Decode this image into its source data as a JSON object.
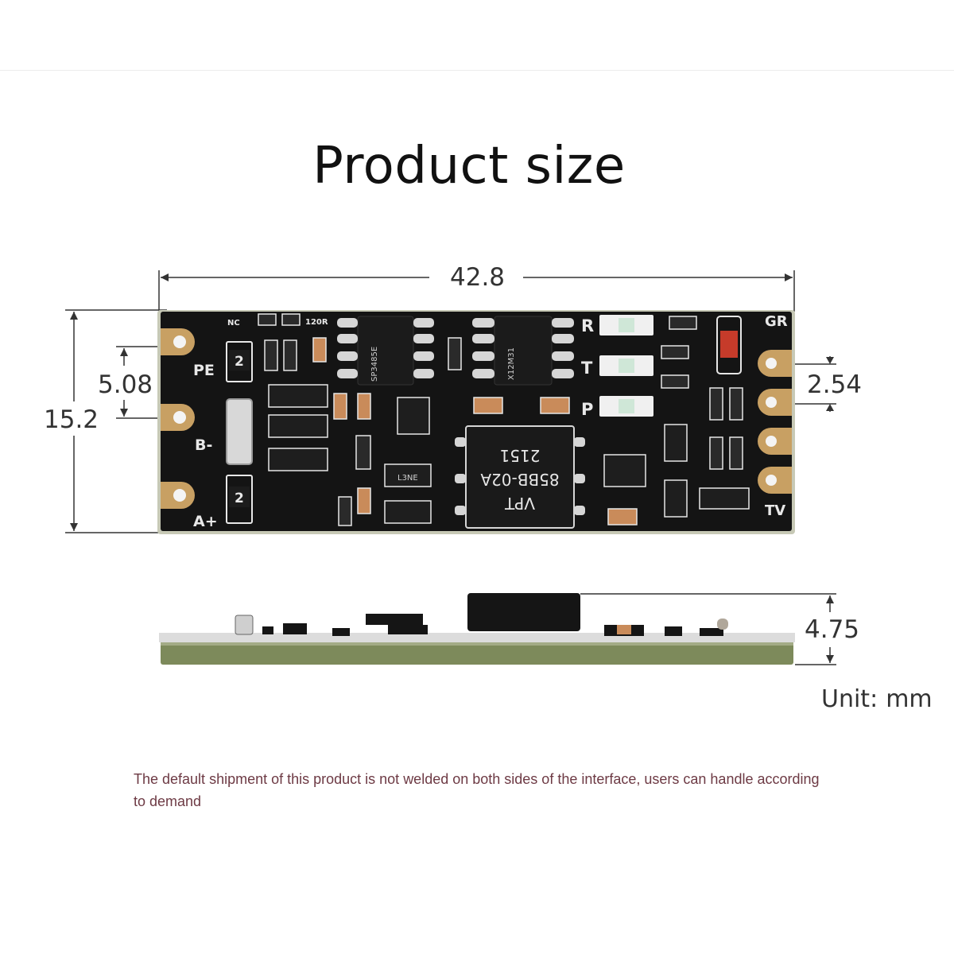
{
  "title": "Product size",
  "dimensions": {
    "length": "42.8",
    "width": "15.2",
    "left_pin_pitch": "5.08",
    "right_pin_pitch": "2.54",
    "height": "4.75"
  },
  "unit": {
    "label": "Unit:",
    "value": "mm"
  },
  "board_labels": {
    "pe": "PE",
    "b_minus": "B-",
    "a_plus": "A+",
    "r": "R",
    "t": "T",
    "p": "P",
    "g_right": "GR",
    "t_v": "TV",
    "nc": "NC",
    "r120": "120R",
    "chip_main_line1": "VPT",
    "chip_main_line2": "85BB-02A",
    "chip_main_line3": "2151",
    "chip_u1": "SP3485E",
    "chip_u2": "X12M31",
    "tvs_badge": "2",
    "l3ne": "L3NE"
  },
  "note": "The default shipment of this product is not welded on both sides of the interface, users can handle according to demand",
  "colors": {
    "pcb": "#141414",
    "pad_gold": "#c8a063",
    "silk": "#e8e8e8",
    "pcb_edge": "#7d8a5b",
    "dim_line": "#333333",
    "note_text": "#6d3a44"
  }
}
